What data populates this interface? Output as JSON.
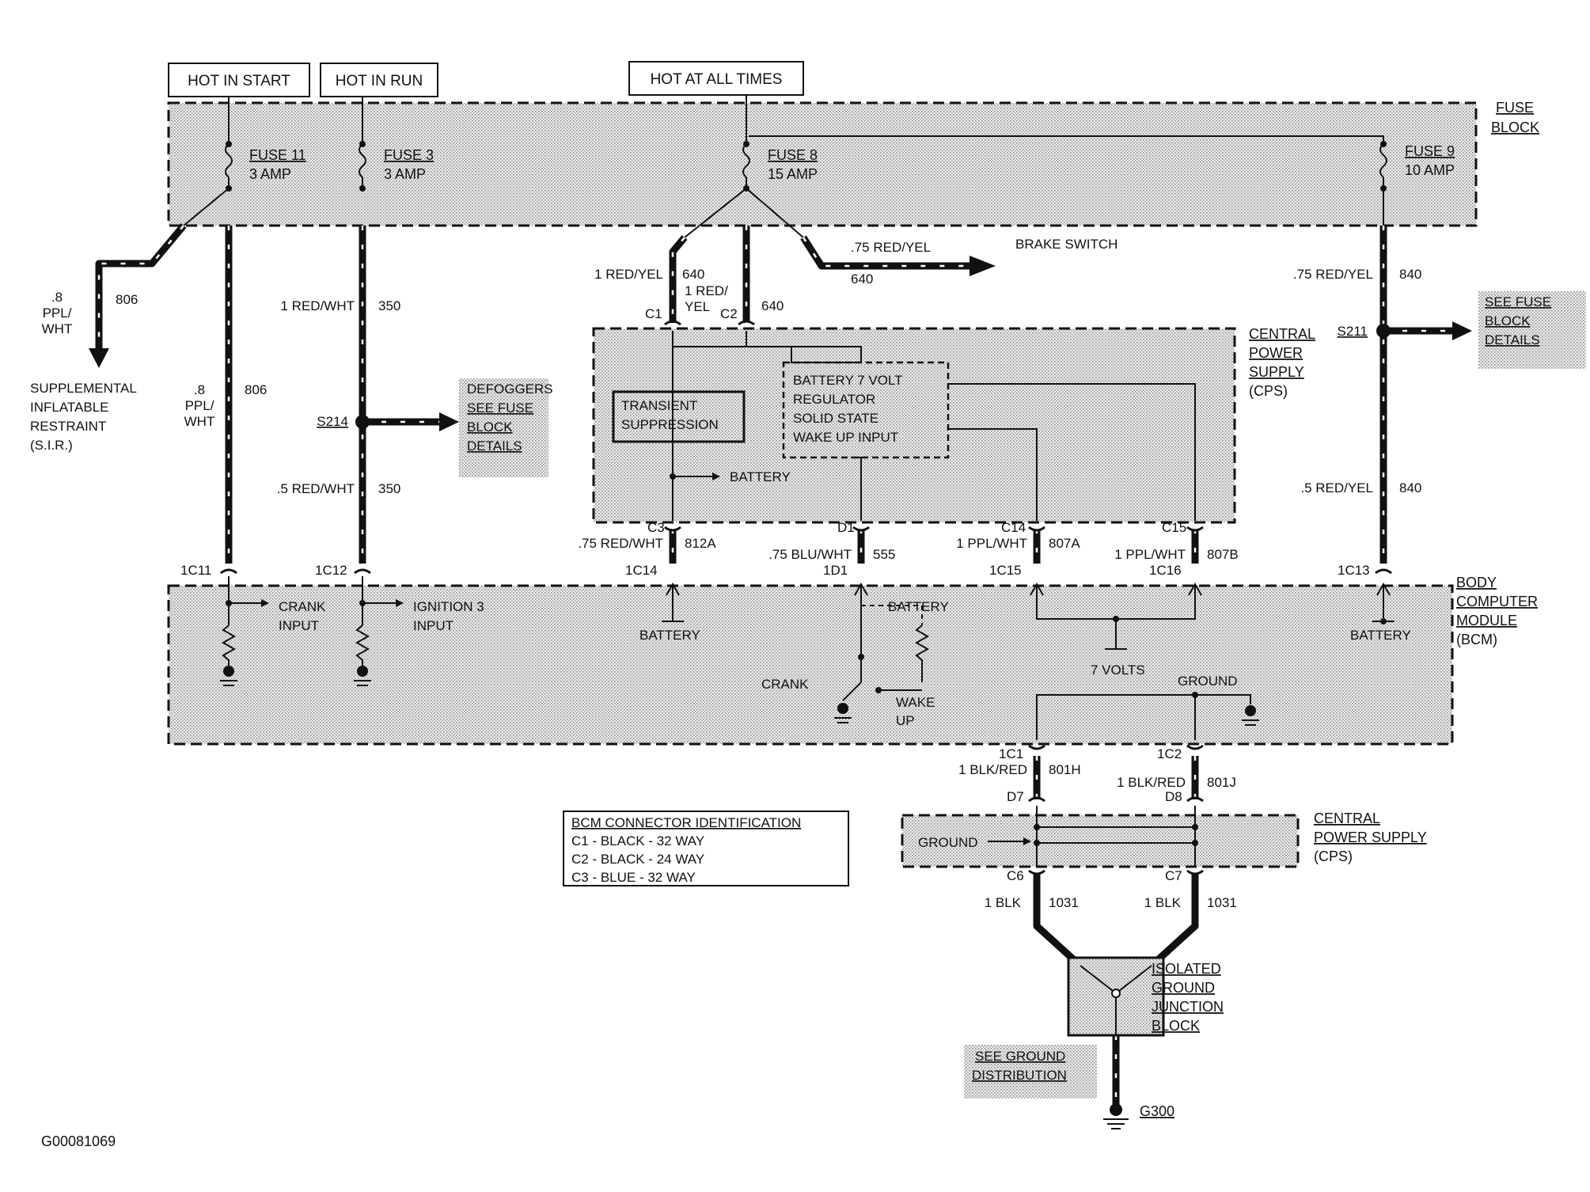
{
  "header_boxes": {
    "hot_in_start": "HOT IN START",
    "hot_in_run": "HOT IN RUN",
    "hot_at_all_times": "HOT AT ALL TIMES"
  },
  "fuse_block": {
    "label_line1": "FUSE",
    "label_line2": "BLOCK",
    "fuse11": {
      "name": "FUSE 11",
      "rating": "3 AMP"
    },
    "fuse3": {
      "name": "FUSE 3",
      "rating": "3 AMP"
    },
    "fuse8": {
      "name": "FUSE 8",
      "rating": "15 AMP"
    },
    "fuse9": {
      "name": "FUSE 9",
      "rating": "10 AMP"
    }
  },
  "wires": {
    "w806_a": {
      "gauge_l1": ".8",
      "gauge_l2": "PPL/",
      "gauge_l3": "WHT",
      "circuit": "806"
    },
    "w806_b": {
      "gauge_l1": ".8",
      "gauge_l2": "PPL/",
      "gauge_l3": "WHT",
      "circuit": "806"
    },
    "w350_a": {
      "gauge": "1 RED/WHT",
      "circuit": "350"
    },
    "w350_b": {
      "gauge": ".5 RED/WHT",
      "circuit": "350"
    },
    "w640_a": {
      "gauge": "1 RED/YEL",
      "circuit": "640"
    },
    "w640_b": {
      "gauge_l1": "1 RED/",
      "gauge_l2": "YEL",
      "circuit": "640"
    },
    "w640_c": {
      "gauge": ".75 RED/YEL",
      "circuit": "640"
    },
    "w840_a": {
      "gauge": ".75 RED/YEL",
      "circuit": "840"
    },
    "w840_b": {
      "gauge": ".5 RED/YEL",
      "circuit": "840"
    },
    "w812a": {
      "gauge": ".75 RED/WHT",
      "circuit": "812A"
    },
    "w555": {
      "gauge": ".75 BLU/WHT",
      "circuit": "555"
    },
    "w807a": {
      "gauge": "1 PPL/WHT",
      "circuit": "807A"
    },
    "w807b": {
      "gauge": "1 PPL/WHT",
      "circuit": "807B"
    },
    "w801h": {
      "gauge": "1 BLK/RED",
      "circuit": "801H"
    },
    "w801j": {
      "gauge": "1 BLK/RED",
      "circuit": "801J"
    },
    "w1031_a": {
      "gauge": "1 BLK",
      "circuit": "1031"
    },
    "w1031_b": {
      "gauge": "1 BLK",
      "circuit": "1031"
    }
  },
  "destinations": {
    "sir_l1": "SUPPLEMENTAL",
    "sir_l2": "INFLATABLE",
    "sir_l3": "RESTRAINT",
    "sir_l4": "(S.I.R.)",
    "brake_switch": "BRAKE SWITCH",
    "defoggers": "DEFOGGERS",
    "see_fuse_l1": "SEE FUSE",
    "see_fuse_l2": "BLOCK",
    "see_fuse_l3": "DETAILS",
    "see_fuse2_l1": "SEE FUSE",
    "see_fuse2_l2": "BLOCK",
    "see_fuse2_l3": "DETAILS",
    "see_ground_l1": "SEE GROUND",
    "see_ground_l2": "DISTRIBUTION"
  },
  "splices": {
    "s214": "S214",
    "s211": "S211"
  },
  "connectors": {
    "c1": "C1",
    "c2": "C2",
    "c3": "C3",
    "d1": "D1",
    "c14": "C14",
    "c15": "C15",
    "p1c11": "1C11",
    "p1c12": "1C12",
    "p1c14": "1C14",
    "p1d1": "1D1",
    "p1c15": "1C15",
    "p1c16": "1C16",
    "p1c13": "1C13",
    "p1c1": "1C1",
    "p1c2": "1C2",
    "d7": "D7",
    "d8": "D8",
    "c6": "C6",
    "c7": "C7"
  },
  "cps_top": {
    "label_l1": "CENTRAL",
    "label_l2": "POWER",
    "label_l3": "SUPPLY",
    "label_l4": "(CPS)",
    "transient_l1": "TRANSIENT",
    "transient_l2": "SUPPRESSION",
    "reg_l1": "BATTERY 7 VOLT",
    "reg_l2": "REGULATOR",
    "reg_l3": "SOLID STATE",
    "reg_l4": "WAKE UP INPUT",
    "battery": "BATTERY"
  },
  "bcm": {
    "label_l1": "BODY",
    "label_l2": "COMPUTER",
    "label_l3": "MODULE",
    "label_l4": "(BCM)",
    "crank_input_l1": "CRANK",
    "crank_input_l2": "INPUT",
    "ign3_l1": "IGNITION 3",
    "ign3_l2": "INPUT",
    "battery_a": "BATTERY",
    "battery_b": "BATTERY",
    "battery_c": "BATTERY",
    "crank": "CRANK",
    "wake_l1": "WAKE",
    "wake_l2": "UP",
    "seven_volts": "7 VOLTS",
    "ground": "GROUND"
  },
  "cps_bottom": {
    "label_l1": "CENTRAL",
    "label_l2": "POWER SUPPLY",
    "label_l3": "(CPS)",
    "ground": "GROUND"
  },
  "connector_id": {
    "title": "BCM CONNECTOR IDENTIFICATION",
    "rows": [
      "C1 - BLACK - 32 WAY",
      "C2 - BLACK - 24 WAY",
      "C3 - BLUE - 32 WAY"
    ]
  },
  "junction": {
    "l1": "ISOLATED",
    "l2": "GROUND",
    "l3": "JUNCTION",
    "l4": "BLOCK",
    "ground_id": "G300"
  },
  "figure_id": "G00081069"
}
